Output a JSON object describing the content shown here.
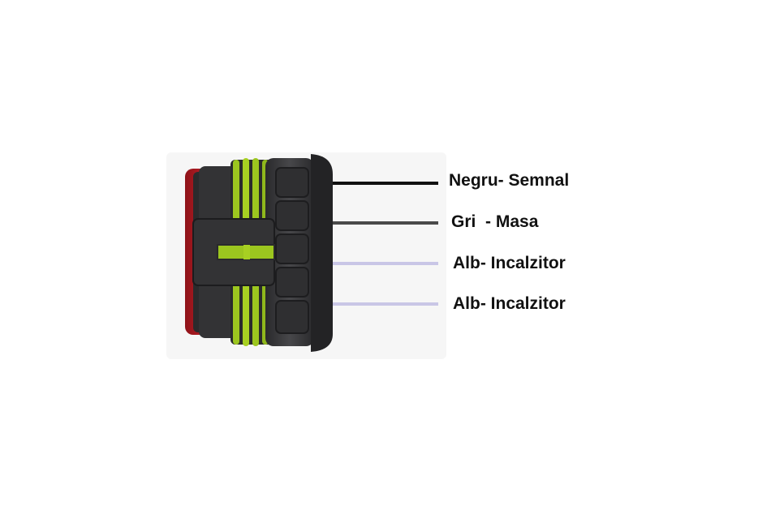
{
  "diagram": {
    "connector": "4-pin automotive connector",
    "colors": {
      "background": "#ffffff",
      "red_cap": "#b11a22",
      "housing": "#3a3a3c",
      "housing_dark": "#1f1f21",
      "seal_green": "#9cc61f",
      "latch": "#333335"
    },
    "wires": [
      {
        "label": "Negru- Semnal",
        "color": "#111111"
      },
      {
        "label": "Gri  - Masa",
        "color": "#4a4a4a"
      },
      {
        "label": "Alb- Incalzitor",
        "color": "#c9c6e6"
      },
      {
        "label": "Alb- Incalzitor",
        "color": "#c9c6e6"
      }
    ]
  }
}
